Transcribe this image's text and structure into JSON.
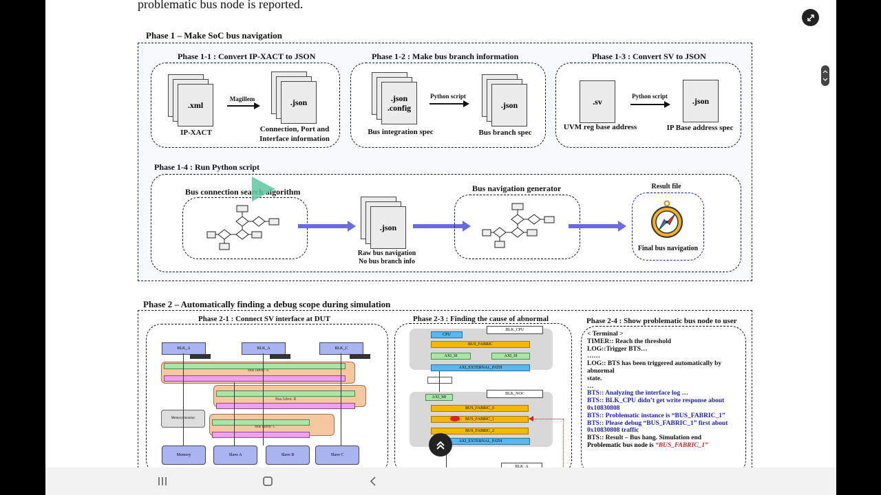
{
  "document": {
    "top_text": "problematic bus node is reported.",
    "phase1": {
      "title": "Phase 1 – Make SoC bus navigation",
      "p11": {
        "title": "Phase 1-1 : Convert IP-XACT to JSON",
        "src_doc": ".xml",
        "src_label": "IP-XACT",
        "arrow": "Magillem",
        "dst_doc": ".json",
        "dst_label_1": "Connection, Port and",
        "dst_label_2": "Interface information"
      },
      "p12": {
        "title": "Phase 1-2 : Make bus branch information",
        "src_doc_1": ".json",
        "src_doc_2": ".config",
        "src_label": "Bus integration spec",
        "arrow": "Python script",
        "dst_doc": ".json",
        "dst_label": "Bus branch spec"
      },
      "p13": {
        "title": "Phase 1-3 : Convert SV to JSON",
        "src_doc": ".sv",
        "src_label": "UVM reg base address",
        "arrow": "Python script",
        "dst_doc": ".json",
        "dst_label": "IP Base address spec"
      },
      "p14": {
        "title": "Phase 1-4 : Run Python script",
        "algo_label": "Bus connection search algorithm",
        "mid_doc": ".json",
        "mid_label_1": "Raw bus navigation",
        "mid_label_2": "No bus branch info",
        "gen_label": "Bus navigation generator",
        "result_title": "Result file",
        "result_label": "Final bus navigation"
      }
    },
    "phase2": {
      "title": "Phase 2 – Automatically finding a debug scope during simulation",
      "p21": {
        "title": "Phase 2-1 : Connect SV interface at DUT",
        "blocks": [
          "BLK_A",
          "BLK_A",
          "BLK_C"
        ],
        "fabrics": [
          "Bus fabric A",
          "Bus fabric B",
          "Bus fabric C"
        ],
        "memory_monitor": "Memory monitor",
        "bottom": [
          "Memory",
          "Slave A",
          "Slave B",
          "Slave C"
        ]
      },
      "p23": {
        "title": "Phase 2-3 : Finding the cause of abnormal",
        "blk_cpu": "BLK_CPU",
        "cpu": "CPU",
        "bus_fabric": "BUS_FABRIC",
        "axi_si": "AXI_SI",
        "axi_ext": "AXI_EXTERNAL_PATH",
        "axi_mi": "AXI_MI",
        "blk_noc": "BLK_NOC",
        "fab0": "BUS_FABRIC_0",
        "fab1": "BUS_FABRIC_1",
        "fab2": "BUS_FABRIC_2",
        "blk_a": "BLK_A"
      },
      "p24": {
        "title": "Phase 2-4 : Show problematic bus node to user",
        "lines": [
          {
            "text": "< Terminal >",
            "color": "#111"
          },
          {
            "text": "TIMER:: Reach the threshold",
            "color": "#111"
          },
          {
            "text": "LOG::Trigger BTS…",
            "color": "#111"
          },
          {
            "text": "……",
            "color": "#111"
          },
          {
            "text": "LOG:: BTS has been triggered automatically by abnormal",
            "color": "#111"
          },
          {
            "text": "state.",
            "color": "#111"
          },
          {
            "text": "…",
            "color": "#111"
          },
          {
            "text": "BTS:: Analyzing  the interface log …",
            "color": "#2020c0"
          },
          {
            "text": "BTS:: BLK_CPU didn’t get write response about",
            "color": "#2020c0"
          },
          {
            "text": "0x10830808",
            "color": "#2020c0"
          },
          {
            "text": "BTS:: Problematic instance is “BUS_FABRIC_1”",
            "color": "#2020c0"
          },
          {
            "text": "BTS:: Please debug “BUS_FABRIC_1” first about",
            "color": "#2020c0"
          },
          {
            "text": "0x10830808 traffic",
            "color": "#2020c0"
          },
          {
            "text": "BTS:: Result – Bus hang. Simulation end",
            "color": "#111"
          }
        ],
        "final_prefix": "Problematic bus node is ",
        "final_value": "“BUS_FABRIC_1”"
      }
    }
  },
  "colors": {
    "accent_blue": "#6a6ae6",
    "terminal_blue": "#2020c0",
    "highlight_red": "#e02020",
    "play_green": "#5cc8a0"
  },
  "icons": [
    "collapse-icon",
    "scroll-arrows-icon",
    "play-icon",
    "compass-icon",
    "scroll-top-icon",
    "recents-icon",
    "home-icon",
    "back-icon"
  ]
}
